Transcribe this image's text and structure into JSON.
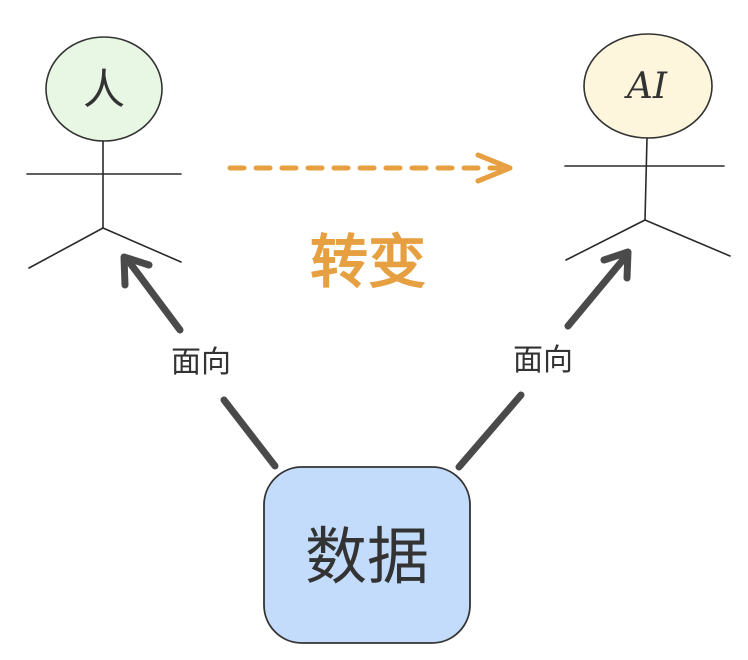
{
  "actors": {
    "human": {
      "label": "人",
      "fill": "#e8f6e4",
      "stroke": "#333333"
    },
    "ai": {
      "label": "AI",
      "fill": "#fdf6dd",
      "stroke": "#333333"
    }
  },
  "transition": {
    "label": "转变",
    "color": "#e6a042"
  },
  "edges": [
    {
      "label": "面向"
    },
    {
      "label": "面向"
    }
  ],
  "data_node": {
    "label": "数据",
    "fill": "#c3dcfb",
    "stroke": "#333333"
  }
}
